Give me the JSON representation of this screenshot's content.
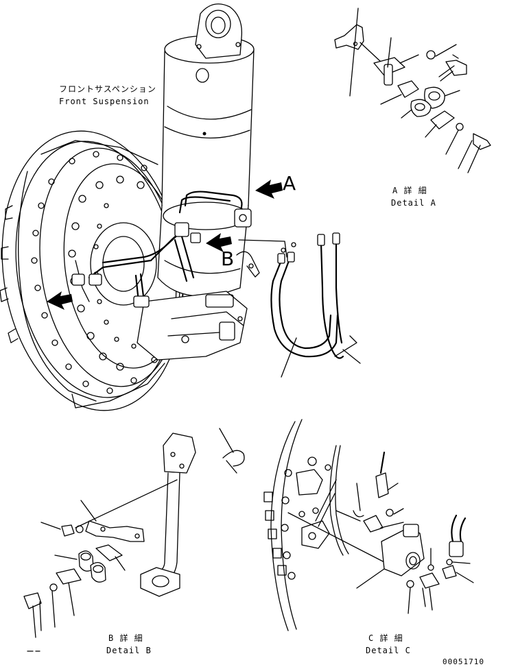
{
  "labels": {
    "main_jp": "フロントサスペンション",
    "main_en": "Front Suspension",
    "callout_a": "A",
    "callout_b": "B",
    "detail_a_jp": "A 詳 細",
    "detail_a_en": "Detail A",
    "detail_b_jp": "B 詳 細",
    "detail_b_en": "Detail B",
    "detail_c_jp": "C 詳 細",
    "detail_c_en": "Detail C",
    "drawing_number": "00051710"
  },
  "colors": {
    "line": "#000000",
    "background": "#ffffff"
  }
}
